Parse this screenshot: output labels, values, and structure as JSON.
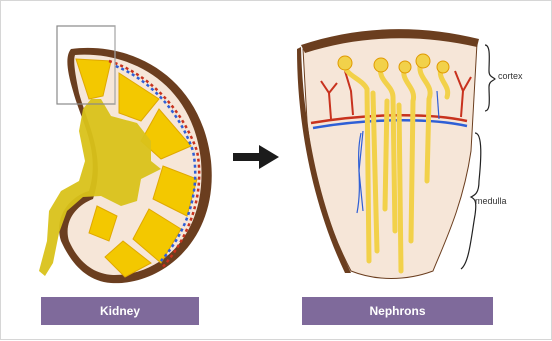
{
  "labels": {
    "cortex": "cortex",
    "medulla": "medulla",
    "kidney": "Kidney",
    "nephrons": "Nephrons"
  },
  "colors": {
    "caption_bar": "#7f6a9b",
    "capsule": "#6b3e1f",
    "kidney_inner": "#f6e6d8",
    "pyramid_yellow": "#f3c800",
    "pelvis_yellow": "#d9c21a",
    "artery_red": "#c8321e",
    "vein_blue": "#2e5fd6",
    "tubule_yellow": "#f2d14a"
  },
  "icons": {
    "arrow": "right-arrow-icon",
    "brace": "curly-brace-icon",
    "zoom_box": "zoom-rectangle-icon"
  }
}
